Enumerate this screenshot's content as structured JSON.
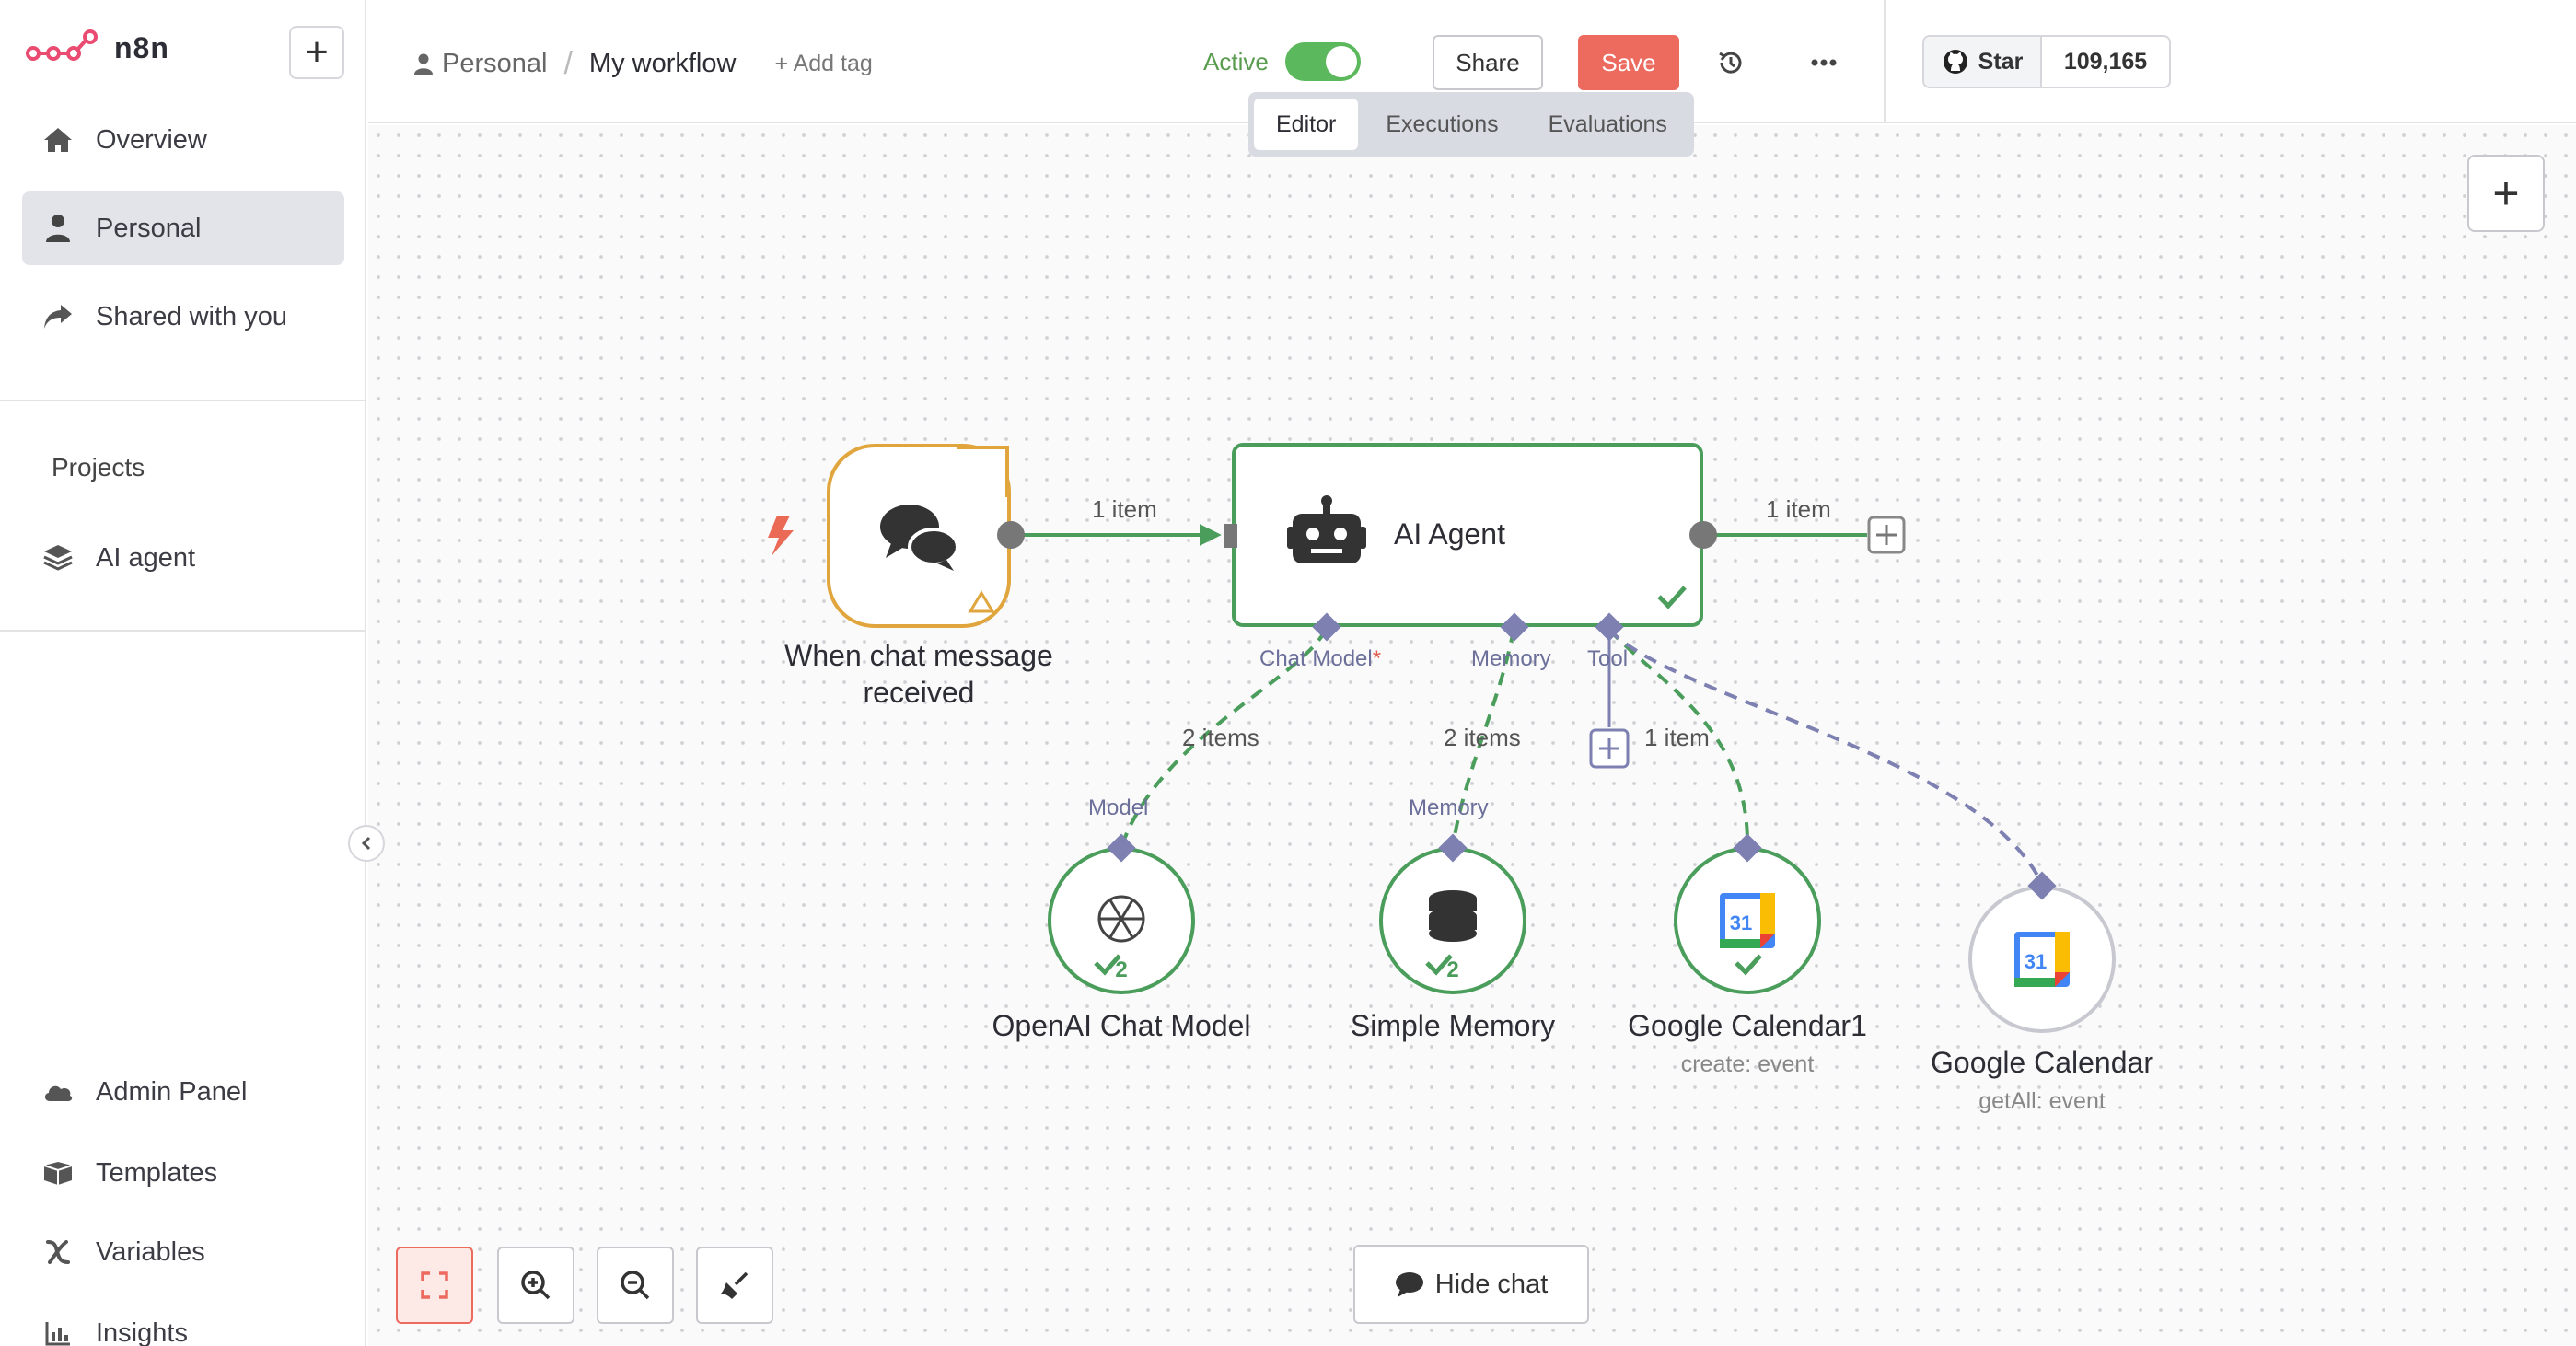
{
  "app": {
    "name": "n8n",
    "brand_color": "#ea4b71"
  },
  "sidebar": {
    "nav": [
      {
        "label": "Overview",
        "icon": "home-icon"
      },
      {
        "label": "Personal",
        "icon": "user-icon",
        "active": true
      },
      {
        "label": "Shared with you",
        "icon": "share-icon"
      }
    ],
    "projects_heading": "Projects",
    "projects": [
      {
        "label": "AI agent",
        "icon": "layers-icon"
      }
    ],
    "bottom": [
      {
        "label": "Admin Panel",
        "icon": "cloud-icon"
      },
      {
        "label": "Templates",
        "icon": "box-icon"
      },
      {
        "label": "Variables",
        "icon": "variable-icon"
      },
      {
        "label": "Insights",
        "icon": "chart-icon"
      }
    ]
  },
  "header": {
    "project": "Personal",
    "workflow_name": "My workflow",
    "add_tag": "+ Add tag",
    "active_label": "Active",
    "active": true,
    "share_label": "Share",
    "save_label": "Save",
    "github": {
      "star_label": "Star",
      "count": "109,165"
    },
    "tabs": [
      {
        "label": "Editor",
        "active": true
      },
      {
        "label": "Executions"
      },
      {
        "label": "Evaluations"
      }
    ]
  },
  "workflow": {
    "trigger": {
      "label_line1": "When chat message",
      "label_line2": "received"
    },
    "agent": {
      "label": "AI Agent"
    },
    "edges": {
      "trigger_to_agent": "1 item",
      "agent_out": "1 item",
      "chat_model": "2 items",
      "memory": "2 items",
      "tool": "1 item"
    },
    "ports": {
      "chat_model": "Chat Model",
      "chat_model_required": "*",
      "memory": "Memory",
      "tool": "Tool",
      "model_in": "Model",
      "memory_in": "Memory"
    },
    "subnodes": [
      {
        "label": "OpenAI Chat Model",
        "count": "2",
        "sub": ""
      },
      {
        "label": "Simple Memory",
        "count": "2",
        "sub": ""
      },
      {
        "label": "Google Calendar1",
        "sub": "create: event"
      },
      {
        "label": "Google Calendar",
        "sub": "getAll: event"
      }
    ],
    "colors": {
      "success": "#4a9d5b",
      "trigger_border": "#e0a53c",
      "port": "#7d80b0",
      "inactive_border": "#c8c8d0"
    }
  },
  "controls": {
    "hide_chat": "Hide chat"
  }
}
